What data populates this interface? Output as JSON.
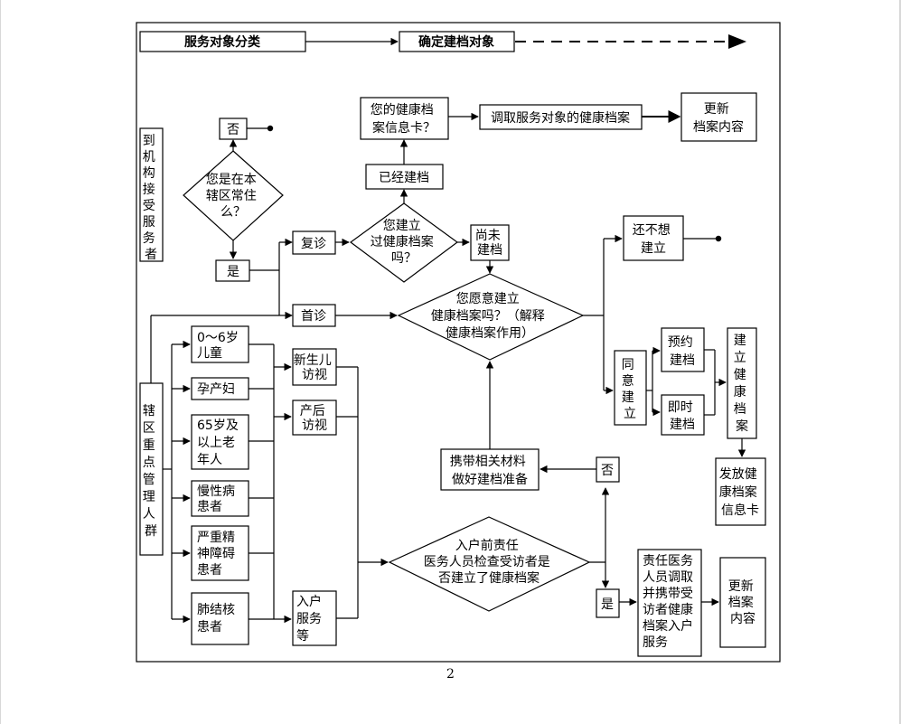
{
  "header": {
    "service_class": "服务对象分类",
    "target": "确定建档对象"
  },
  "walkin": {
    "side_label": [
      "到",
      "机",
      "构",
      "接",
      "受",
      "服",
      "务",
      "者"
    ],
    "q_resident": [
      "您是在本",
      "辖区常住",
      "么？"
    ],
    "no": "否",
    "yes": "是",
    "revisit": "复诊",
    "first_visit": "首诊",
    "q_has_record": [
      "您建立",
      "过健康档案",
      "吗？"
    ],
    "has_record": "已经建档",
    "no_record": [
      "尚未",
      "建档"
    ],
    "q_card": [
      "您的健康档",
      "案信息卡？"
    ],
    "fetch": "调取服务对象的健康档案",
    "update": [
      "更新",
      "档案内容"
    ]
  },
  "decision": {
    "q_willing": [
      "您愿意建立",
      "健康档案吗？（解释",
      "健康档案作用）"
    ],
    "not_want": [
      "还不想",
      "建立"
    ],
    "agree": [
      "同",
      "意",
      "建",
      "立"
    ],
    "appointment": [
      "预约",
      "建档"
    ],
    "instant": [
      "即时",
      "建档"
    ],
    "create": [
      "建",
      "立",
      "健",
      "康",
      "档",
      "案"
    ],
    "issue_card": [
      "发放健",
      "康档案",
      "信息卡"
    ]
  },
  "key_groups": {
    "side_label": [
      "辖",
      "区",
      "重",
      "点",
      "管",
      "理",
      "人",
      "群"
    ],
    "groups": [
      [
        "0～6岁",
        "儿童"
      ],
      [
        "孕产妇"
      ],
      [
        "65岁及",
        "以上老",
        "年人"
      ],
      [
        "慢性病",
        "患者"
      ],
      [
        "严重精",
        "神障碍",
        "患者"
      ],
      [
        "肺结核",
        "患者"
      ]
    ],
    "newborn_visit": [
      "新生儿",
      "访视"
    ],
    "postpartum_visit": [
      "产后",
      "访视"
    ],
    "home_service": [
      "入户",
      "服务",
      "等"
    ]
  },
  "home_visit": {
    "q_check": [
      "入户前责任",
      "医务人员检查受访者是",
      "否建立了健康档案"
    ],
    "no": "否",
    "prepare": [
      "携带相关材料",
      "做好建档准备"
    ],
    "yes": "是",
    "doctor_fetch": [
      "责任医务",
      "人员调取",
      "并携带受",
      "访者健康",
      "档案入户",
      "服务"
    ],
    "update": [
      "更新",
      "档案",
      "内容"
    ]
  },
  "page_number": "2"
}
